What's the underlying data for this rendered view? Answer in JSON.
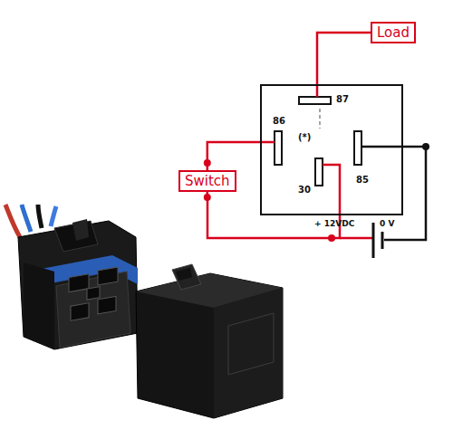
{
  "diagram": {
    "nodes": [
      {
        "text": [
          "Load"
        ]
      },
      {
        "text": [
          "87",
          "86",
          "(*)",
          "30",
          "85"
        ]
      },
      {
        "text": [
          "Switch"
        ]
      }
    ],
    "edges": [
      {
        "from": 0,
        "to": 1,
        "arrow": "none"
      },
      {
        "from": 2,
        "to": 1,
        "arrow": "none"
      }
    ],
    "labels": [
      "+ 12VDC",
      "0 V"
    ]
  }
}
